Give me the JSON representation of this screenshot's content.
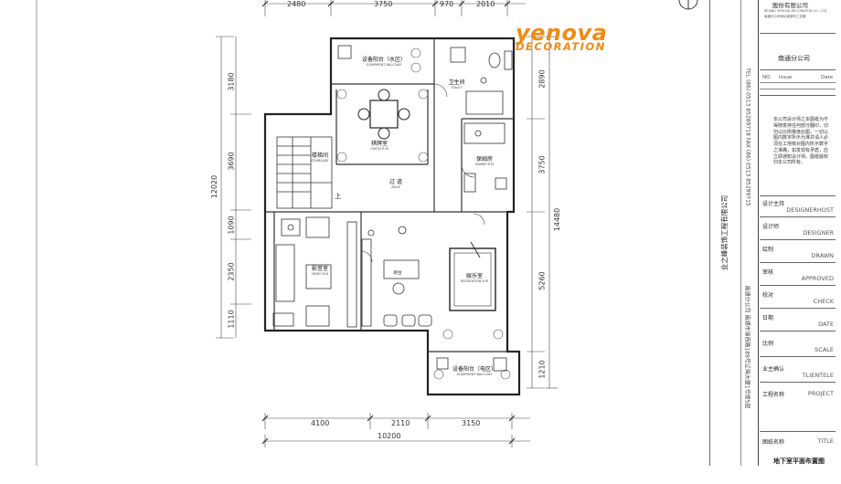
{
  "dimensions": {
    "top": [
      "2480",
      "3750",
      "970",
      "2010"
    ],
    "left": [
      "3180",
      "3690",
      "1090",
      "2350",
      "1110"
    ],
    "left_total": "12020",
    "right": [
      "2890",
      "3750",
      "5260",
      "1210"
    ],
    "right_total": "14480",
    "bottom": [
      "4100",
      "2110",
      "3150"
    ],
    "bottom_total": "10200"
  },
  "rooms": {
    "equip_water": {
      "cn": "设备阳台（水区）",
      "en": "EQUIPMENT BALCONY"
    },
    "toilet": {
      "cn": "卫生间",
      "en": "TOILET"
    },
    "chess": {
      "cn": "棋牌室",
      "en": "CHESS R.M"
    },
    "stairs": {
      "cn": "楼梯间",
      "en": "STAIRCASE"
    },
    "aisle": {
      "cn": "过 道",
      "en": "AISLE"
    },
    "nanny": {
      "cn": "保姆房",
      "en": "NANNY R.M"
    },
    "video": {
      "cn": "影音室",
      "en": "VIDEO R.M"
    },
    "bar": {
      "cn": "吧台"
    },
    "recreation": {
      "cn": "娱乐室",
      "en": "RECREATION R.M"
    },
    "equip_elec": {
      "cn": "设备阳台（电区）",
      "en": "EQUIPMENT BALCONY"
    },
    "up_mark": "上"
  },
  "logo": {
    "main": "yenova",
    "sub": "DECORATION"
  },
  "company": {
    "name_top": "股份有限公司",
    "name_en": "BEIJING YENOVA DECORATION CO., LTD",
    "address_small": "南通分公司地址南通市工农路",
    "branch": "南通分公司",
    "vertical_name": "业之峰装饰工程有限公司",
    "vertical_address": "南通分公司  南通市濠西路189号辽梅大厦1号楼5层",
    "vertical_tel": "TEL (86) 0513 85289718   FAX (86) 0513 85299715"
  },
  "revision": {
    "no": "NO.",
    "issue": "Issue",
    "date": "Date"
  },
  "notice": "本公司设计师之本图纸为不得随意持任何部分翻印，切勿以比例量度此图，一切以图内数字所示为准并请人必须在工地核对图内所示数字之准确，如发现有矛盾，应立即通知设计师。图纸版权归本公司所有。",
  "title_block": [
    {
      "cn": "设计主持",
      "en": "DESIGNERHOST"
    },
    {
      "cn": "设计师",
      "en": "DESIGNER"
    },
    {
      "cn": "绘制",
      "en": "DRAWN"
    },
    {
      "cn": "审核",
      "en": "APPROVED"
    },
    {
      "cn": "校对",
      "en": "CHECK"
    },
    {
      "cn": "日期",
      "en": "DATE"
    },
    {
      "cn": "比例",
      "en": "SCALE"
    },
    {
      "cn": "业主确认",
      "en": "TLIENTELE"
    },
    {
      "cn": "工程名称",
      "en": "PROJECT"
    },
    {
      "cn": "图纸名称",
      "en": "TITLE"
    }
  ],
  "drawing_title": "地下室平面布置图",
  "colors": {
    "logo": "#f28a12",
    "line": "#333333",
    "fill_light": "#f2f2f2"
  }
}
